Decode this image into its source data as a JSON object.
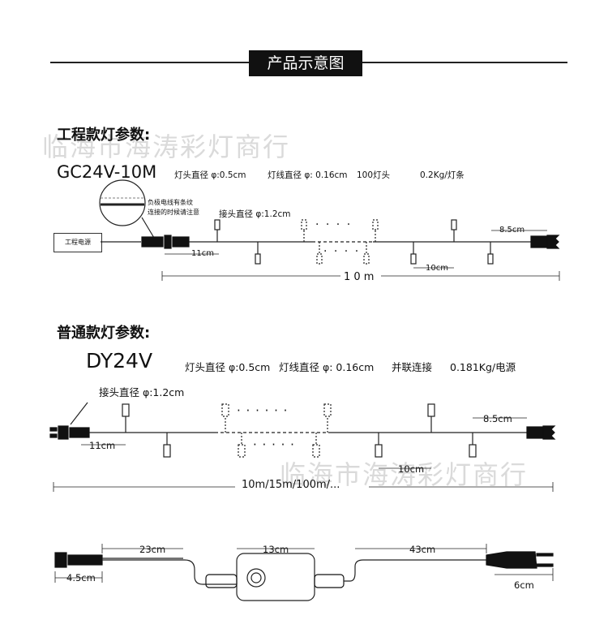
{
  "header": {
    "title": "产品示意图"
  },
  "watermark": "临海市海涛彩灯商行",
  "engineering": {
    "section_title": "工程款灯参数:",
    "model": "GC24V-10M",
    "params": [
      "灯头直径 φ:0.5cm",
      "灯线直径 φ: 0.16cm",
      "100灯头",
      "0.2Kg/灯条"
    ],
    "power_box": "工程电源",
    "note_line1": "负极电线有条纹",
    "note_line2": "连接的时候请注意",
    "connector_label": "接头直径 φ:1.2cm",
    "dots": "· · · ·",
    "dim_left": "11cm",
    "dim_right": "8.5cm",
    "dim_mid": "10cm",
    "total": "1 0 m"
  },
  "standard": {
    "section_title": "普通款灯参数:",
    "model": "DY24V",
    "params": [
      "灯头直径 φ:0.5cm",
      "灯线直径 φ: 0.16cm",
      "并联连接",
      "0.181Kg/电源"
    ],
    "connector_label": "接头直径 φ:1.2cm",
    "dots": "· · · · · ·",
    "dots2": "· · · · ·",
    "dim_left": "11cm",
    "dim_right": "8.5cm",
    "dim_mid": "10cm",
    "total": "10m/15m/100m/..."
  },
  "controller": {
    "dim_a": "23cm",
    "dim_b": "13cm",
    "dim_c": "43cm",
    "dim_d": "4.5cm",
    "dim_e": "6cm"
  }
}
